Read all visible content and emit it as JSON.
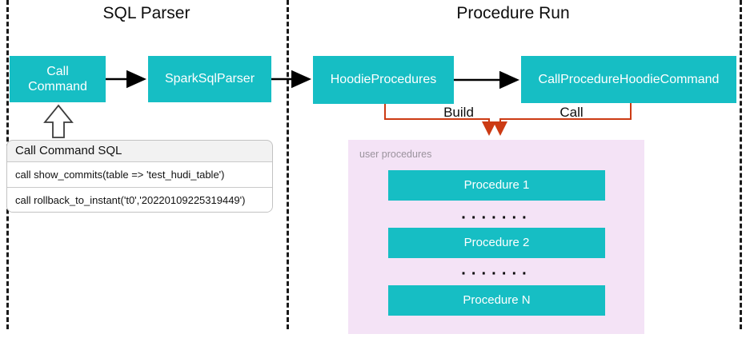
{
  "sections": {
    "sql_parser": {
      "title": "SQL Parser"
    },
    "procedure_run": {
      "title": "Procedure Run"
    }
  },
  "nodes": {
    "call_command": "Call Command",
    "spark_sql_parser": "SparkSqlParser",
    "hoodie_procedures": "HoodieProcedures",
    "call_procedure_hoodie_command": "CallProcedureHoodieCommand"
  },
  "sql_panel": {
    "title": "Call Command SQL",
    "rows": [
      "call show_commits(table => 'test_hudi_table')",
      "call rollback_to_instant('t0','20220109225319449')"
    ]
  },
  "edges": {
    "build_label": "Build",
    "call_label": "Call"
  },
  "user_procedures_panel": {
    "label": "user procedures",
    "items": [
      "Procedure 1",
      "Procedure 2",
      "Procedure N"
    ],
    "ellipsis": "·······"
  },
  "colors": {
    "teal": "#16bec4",
    "orange": "#cc3b14",
    "pink": "#f4e3f6",
    "panel_gray": "#f2f2f2"
  }
}
